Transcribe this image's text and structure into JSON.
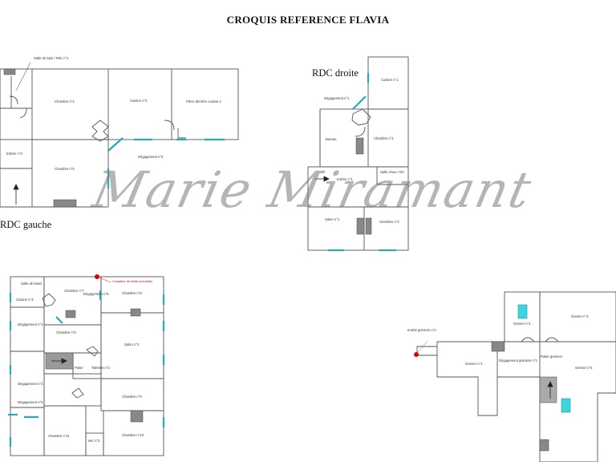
{
  "title": "CROQUIS REFERENCE FLAVIA",
  "watermark": "Marie Miramant",
  "rdc_gauche": {
    "label": "RDC gauche",
    "rooms": {
      "salle_de_bain": "Salle de bain / RdC n°1",
      "chambre4": "Chambre n°4",
      "cuisine2": "Cuisine n°2",
      "piece_derriere": "Pièce derrière cuisine 2",
      "entree2": "Entrée n°2",
      "chambre5": "Chambre n°5",
      "degagement2": "Dégagement n°2"
    }
  },
  "rdc_droite": {
    "label": "RDC droite",
    "rooms": {
      "cuisine1": "Cuisine n°1",
      "degagement1": "Dégagement n°1",
      "bureau": "Bureau",
      "chambre1": "Chambre n°1",
      "salle_deau": "Salle d'eau / RC",
      "entree1": "Entrée n°1",
      "salon1": "Salon n°1",
      "chambre2": "Chambre n°2"
    }
  },
  "etage": {
    "rooms": {
      "salle_de_bains": "Salle de bains",
      "chambre7": "Chambre n°7",
      "chambre8": "Chambre n°8",
      "cuisine3": "Cuisine n°3",
      "degagement5": "Dégagement n°5",
      "degagement4": "Dégagement n°4",
      "chambre6": "Chambre n°6",
      "salon2": "Salon n°2",
      "palier": "Palier",
      "toilettes": "Toilettes n°2",
      "degagement3": "Dégagement n°3",
      "chambre9": "Chambre n°9",
      "degagement6": "Dégagement n°6",
      "chambre10": "Chambre n°10",
      "chambre11": "Chambre n°11",
      "wc": "WC n°2",
      "compteur": "Compteur de fluide (conduits)"
    }
  },
  "greniers": {
    "rooms": {
      "grenier2": "Grenier n°2",
      "grenier3": "Grenier n°3",
      "grenier1": "Grenier n°1",
      "palier_greniers": "Palier greniers",
      "degagement_greniers": "Dégagement greniers n°1",
      "grenier5": "Grenier n°5",
      "entree_greniers": "entrée greniers n°2"
    }
  }
}
